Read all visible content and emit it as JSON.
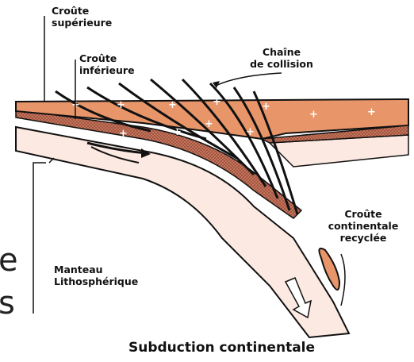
{
  "labels": {
    "upper_crust": [
      "Croûte",
      "supérieure"
    ],
    "lower_crust": [
      "Croûte",
      "inférieure"
    ],
    "collision_chain": [
      "Chaîne",
      "de collision"
    ],
    "recycled_crust": [
      "Croûte",
      "continentale",
      "recyclée"
    ],
    "mantle": [
      "Manteau",
      "Lithosphérique"
    ]
  },
  "title": "Subduction continentale",
  "edge_text": [
    "e",
    "s"
  ],
  "colors": {
    "upper_crust": "#e8956a",
    "lower_crust": "#b9644c",
    "mantle": "#fce9e1",
    "outline": "#111111",
    "plus_marks": "#ffffff"
  }
}
